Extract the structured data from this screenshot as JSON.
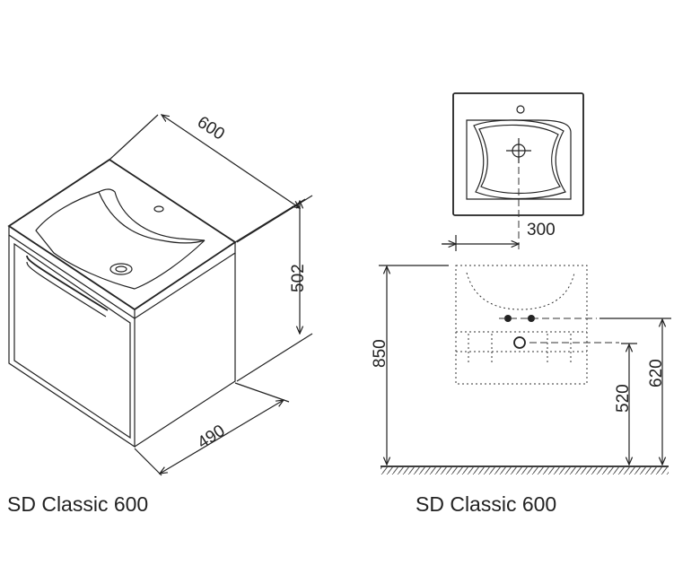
{
  "left_view": {
    "dim_width": "600",
    "dim_height": "502",
    "dim_depth": "490",
    "caption": "SD Classic 600"
  },
  "right_view": {
    "dim_offset": "300",
    "dim_total_height": "850",
    "dim_outlet_height": "520",
    "dim_inlet_height": "620",
    "caption": "SD Classic 600"
  },
  "colors": {
    "line": "#222222",
    "background": "#ffffff"
  }
}
